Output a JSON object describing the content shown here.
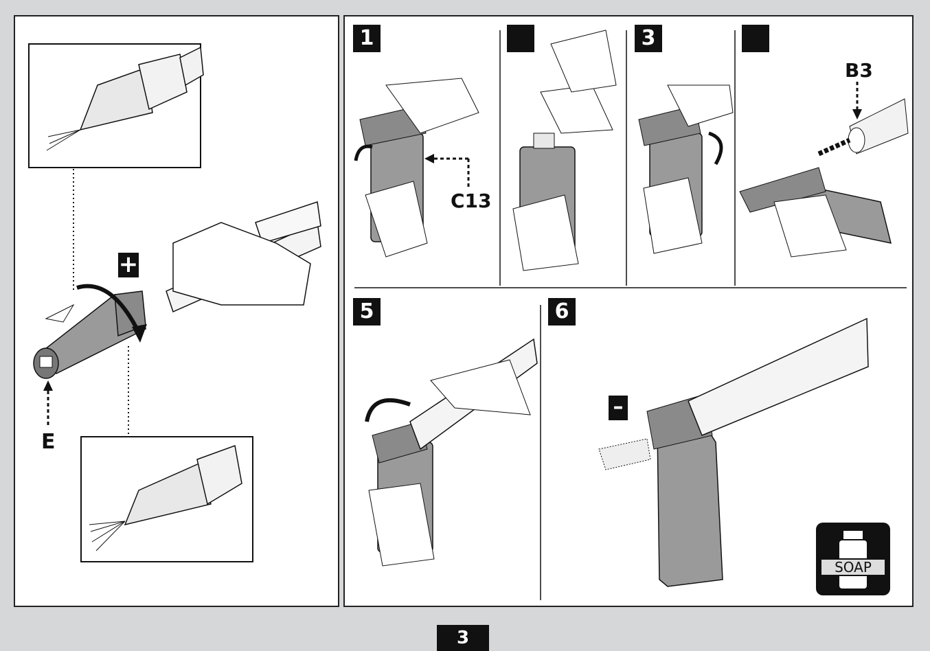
{
  "callouts": {
    "nozzle_label": "E",
    "tank_label": "C13",
    "connector_label": "B3"
  },
  "steps": [
    "1",
    "",
    "3",
    "",
    "5",
    "6"
  ],
  "symbols": {
    "plus": "+",
    "minus": "–"
  },
  "soap_icon": {
    "label": "SOAP",
    "icon": "soap-bottle-icon"
  },
  "page_number": "3",
  "colors": {
    "badge": "#111111",
    "page_background": "#d5d7d9",
    "illustration_fill": "#9a9a9a"
  }
}
